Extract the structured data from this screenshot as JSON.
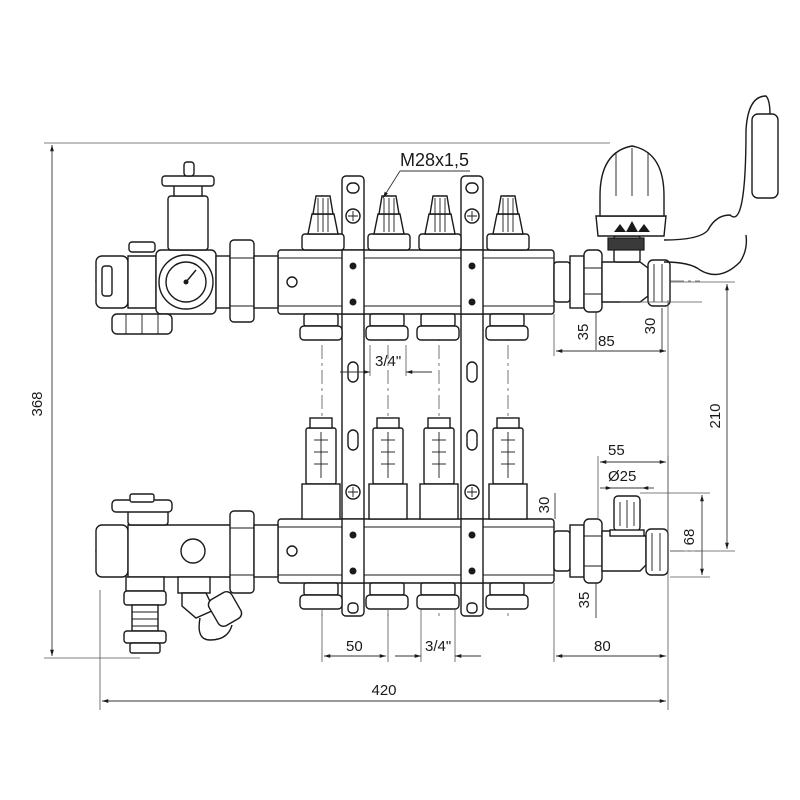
{
  "drawing": {
    "thread_label": "M28x1,5",
    "dims": {
      "overall_height": "368",
      "overall_width": "420",
      "top_offset_35": "35",
      "top_offset_30": "30",
      "top_right_85": "85",
      "pipe_top_3_4": "3/4\"",
      "bar_spacing_210": "210",
      "right_55": "55",
      "right_d25": "Ø25",
      "right_30": "30",
      "right_68": "68",
      "bottom_35": "35",
      "bottom_50": "50",
      "bottom_3_4": "3/4\"",
      "bottom_80": "80"
    }
  }
}
